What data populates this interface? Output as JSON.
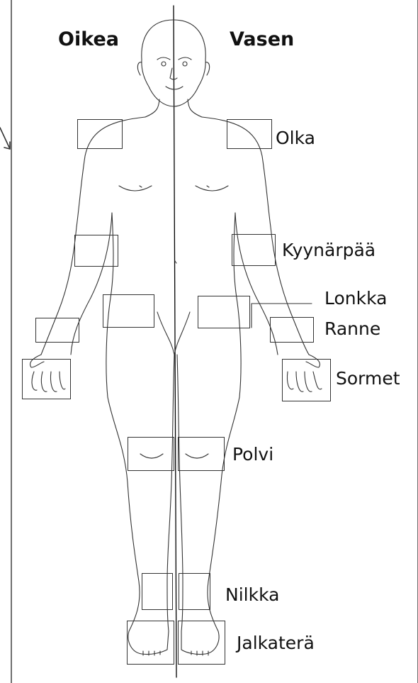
{
  "header": {
    "right_side": "Oikea",
    "left_side": "Vasen"
  },
  "joints": {
    "olka": "Olka",
    "kyynarpaa": "Kyynärpää",
    "lonkka": "Lonkka",
    "ranne": "Ranne",
    "sormet": "Sormet",
    "polvi": "Polvi",
    "nilkka": "Nilkka",
    "jalkatera": "Jalkaterä"
  },
  "style": {
    "line_color": "#333333",
    "text_color": "#111111",
    "background": "#ffffff"
  }
}
